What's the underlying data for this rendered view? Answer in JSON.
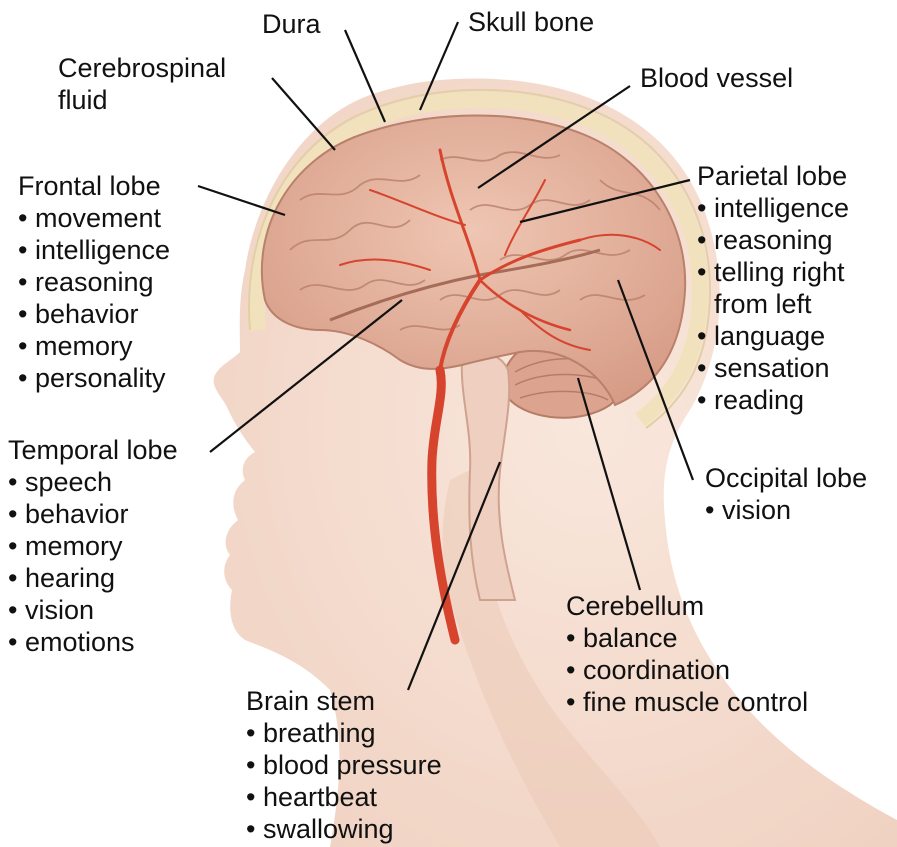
{
  "labels": {
    "dura": "Dura",
    "skull_bone": "Skull bone",
    "csf_line1": "Cerebrospinal",
    "csf_line2": "fluid",
    "blood_vessel": "Blood vessel",
    "frontal": {
      "title": "Frontal lobe",
      "items": [
        "movement",
        "intelligence",
        "reasoning",
        "behavior",
        "memory",
        "personality"
      ]
    },
    "parietal": {
      "title": "Parietal lobe",
      "items": [
        "intelligence",
        "reasoning",
        "telling right",
        "language",
        "sensation",
        "reading"
      ],
      "cont": "from left"
    },
    "temporal": {
      "title": "Temporal lobe",
      "items": [
        "speech",
        "behavior",
        "memory",
        "hearing",
        "vision",
        "emotions"
      ]
    },
    "occipital": {
      "title": "Occipital lobe",
      "items": [
        "vision"
      ]
    },
    "cerebellum": {
      "title": "Cerebellum",
      "items": [
        "balance",
        "coordination",
        "fine muscle control"
      ]
    },
    "brainstem": {
      "title": "Brain stem",
      "items": [
        "breathing",
        "blood pressure",
        "heartbeat",
        "swallowing"
      ]
    }
  },
  "colors": {
    "skin": "#f6ddd0",
    "skin_shadow": "#e8c4b2",
    "skull": "#f3e6c4",
    "brain": "#e3b19c",
    "brain_dark": "#c98b76",
    "artery": "#d6442e",
    "leader": "#111111"
  }
}
